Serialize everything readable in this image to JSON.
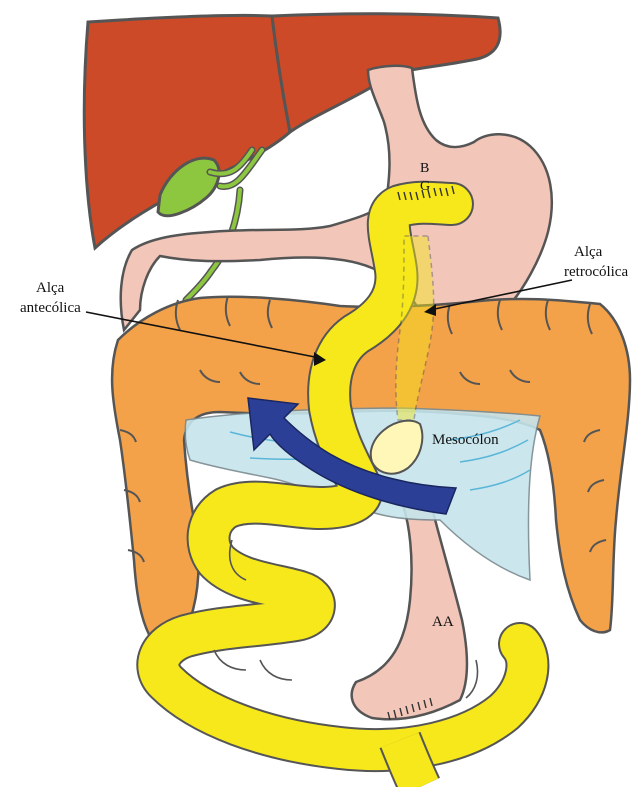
{
  "labels": {
    "bg_b": "B",
    "bg_g": "G",
    "retro_line1": "Alça",
    "retro_line2": "retrocólica",
    "ante_line1": "Alça",
    "ante_line2": "antecólica",
    "mesocolon": "Mesocólon",
    "aa": "AA"
  },
  "colors": {
    "liver": "#cc4a28",
    "gallbladder": "#8dc63f",
    "stomach_duodenum": "#f2c6b8",
    "colon": "#f4a24a",
    "mesocolon": "#c6e4ec",
    "jejunal_loop": "#f6e81a",
    "arrow": "#2b3f96",
    "outline": "#555555"
  },
  "icons": {
    "arrow": "curved-arrow-icon"
  }
}
